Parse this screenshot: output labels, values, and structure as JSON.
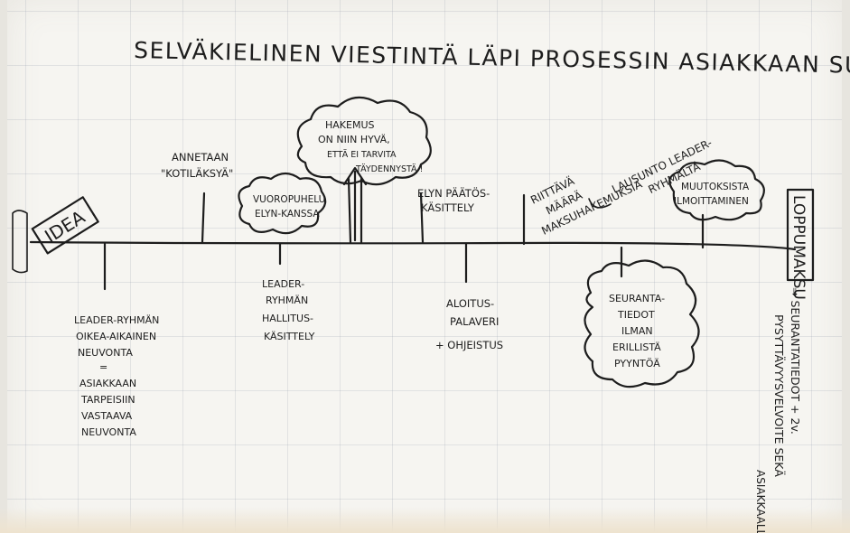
{
  "title": "SELVÄKIELINEN VIESTINTÄ LÄPI PROSESSIN ASIAKKAAN SUUNTAAN !",
  "start": "IDEA !",
  "end": "LOPPUMAKSU",
  "above": {
    "annetaan": [
      "ANNETAAN",
      "\"KOTILÄKSYÄ\""
    ],
    "vuorop": [
      "VUOROPUHELU",
      "ELYN-KANSSA"
    ],
    "hakemus": [
      "HAKEMUS",
      "ON NIIN HYVÄ,",
      "ETTÄ EI TARVITA",
      "TÄYDENNYSTÄ !"
    ],
    "ely": [
      "ELYN PÄÄTÖS-",
      "KÄSITTELY"
    ],
    "riittava": [
      "RIITTÄVÄ",
      "MÄÄRÄ",
      "MAKSUHAKEMUKSIA"
    ],
    "lausunto": [
      "LAUSUNTO LEADER-",
      "RYHMÄLTÄ"
    ],
    "muutoksista": [
      "MUUTOKSISTA",
      "ILMOITTAMINEN"
    ]
  },
  "below": {
    "leader_neuvonta": [
      "LEADER-RYHMÄN",
      "OIKEA-AIKAINEN",
      "NEUVONTA",
      "=",
      "ASIAKKAAN",
      "TARPEISIIN",
      "VASTAAVA",
      "NEUVONTA"
    ],
    "leader_kasittely": [
      "LEADER-",
      "RYHMÄN",
      "HALLITUS-",
      "KÄSITTELY"
    ],
    "aloitus": [
      "ALOITUS-",
      "PALAVERI",
      "+ OHJEISTUS"
    ],
    "seuranta": [
      "SEURANTA-",
      "TIEDOT",
      "ILMAN",
      "ERILLISTÄ",
      "PYYNTÖÄ"
    ]
  },
  "vertical": [
    "⇒ SEURANTATIEDOT + 2v.",
    "PYSYTTÄVYYSVELVOITE SEKÄ",
    "ASIAKKAALLE"
  ],
  "colors": {
    "ink": "#1d1d1d",
    "board": "#f6f5f1",
    "grid": "#9aa3b0"
  }
}
